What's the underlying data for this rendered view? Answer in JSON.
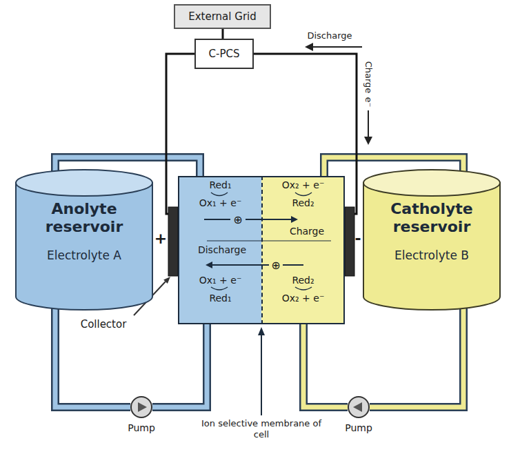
{
  "diagram": {
    "nodes": [
      {
        "text": [
          "External Grid"
        ]
      },
      {
        "text": [
          "C-PCS"
        ]
      },
      {
        "text": [
          "Anolyte reservoir",
          "Electrolyte A"
        ]
      },
      {
        "text": [
          "Red₁",
          "Ox₁ + e⁻",
          "Ox₁ + e⁻",
          "Red₁"
        ]
      },
      {
        "text": [
          "Ox₂ + e⁻",
          "Red₂",
          "Red₂",
          "Ox₂ + e⁻"
        ]
      },
      {
        "text": [
          "Catholyte reservoir",
          "Electrolyte B"
        ]
      },
      {
        "text": [
          "Pump"
        ]
      },
      {
        "text": [
          "Pump"
        ]
      }
    ],
    "edges": [
      {
        "from": 0,
        "to": 1,
        "arrow": "none"
      },
      {
        "from": 1,
        "to": 3,
        "arrow": "none"
      },
      {
        "from": 1,
        "to": 4,
        "arrow": "none"
      },
      {
        "from": 2,
        "to": 6,
        "arrow": "none"
      },
      {
        "from": 6,
        "to": 3,
        "arrow": "none"
      },
      {
        "from": 3,
        "to": 2,
        "arrow": "none"
      },
      {
        "from": 5,
        "to": 7,
        "arrow": "none"
      },
      {
        "from": 7,
        "to": 4,
        "arrow": "none"
      },
      {
        "from": 4,
        "to": 5,
        "arrow": "none"
      }
    ],
    "labels": [
      "Discharge",
      "Charge",
      "e⁻",
      "⊕",
      "Charge",
      "Discharge",
      "⊕",
      "+",
      "-",
      "Collector",
      "Ion selective membrane of cell"
    ]
  }
}
